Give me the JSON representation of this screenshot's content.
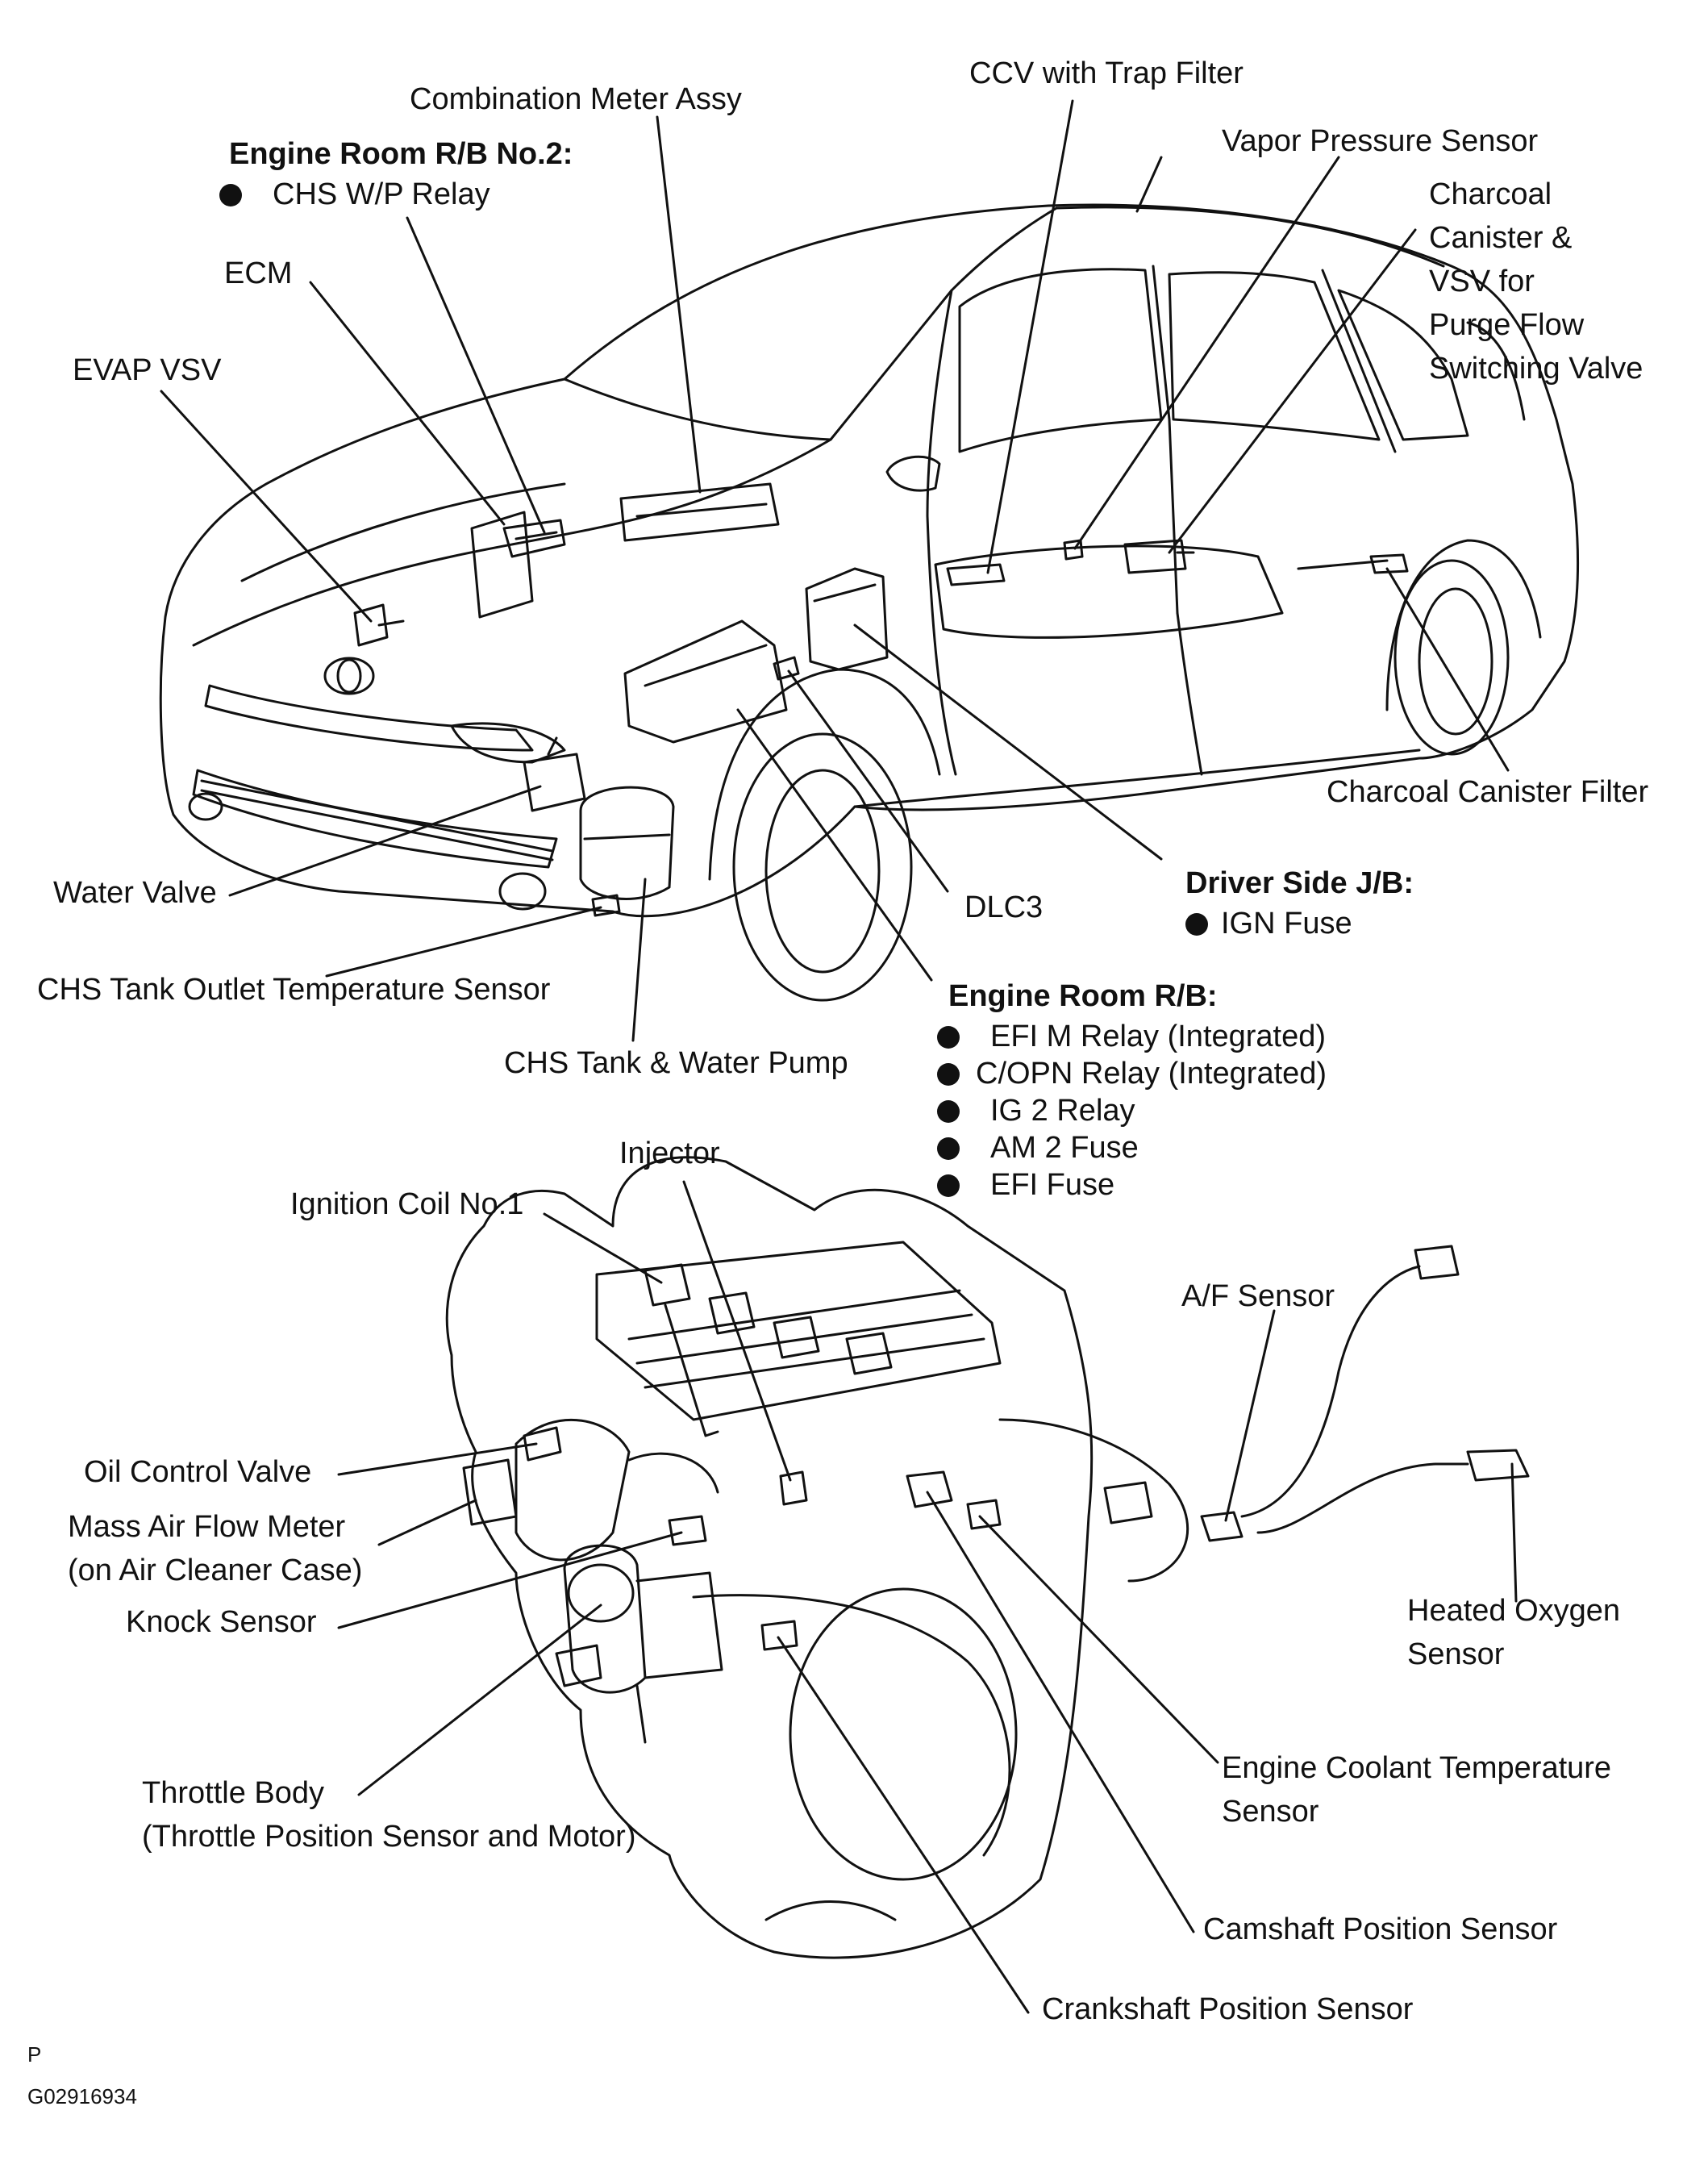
{
  "labels": {
    "combination_meter": "Combination Meter Assy",
    "ccv_trap_filter": "CCV with Trap Filter",
    "vapor_pressure_sensor": "Vapor Pressure Sensor",
    "charcoal_canister_vsv": [
      "Charcoal",
      "Canister &",
      "VSV for",
      "Purge Flow",
      "Switching Valve"
    ],
    "ecm": "ECM",
    "evap_vsv": "EVAP VSV",
    "charcoal_canister_filter": "Charcoal Canister Filter",
    "water_valve": "Water Valve",
    "dlc3": "DLC3",
    "chs_tank_outlet_temp_sensor": "CHS Tank Outlet Temperature Sensor",
    "chs_tank_water_pump": "CHS Tank & Water Pump",
    "injector": "Injector",
    "ignition_coil": "Ignition Coil No.1",
    "af_sensor": "A/F Sensor",
    "oil_control_valve": "Oil Control Valve",
    "mass_air_flow_meter": [
      "Mass Air Flow Meter",
      "(on Air Cleaner Case)"
    ],
    "knock_sensor": "Knock Sensor",
    "heated_oxygen_sensor": [
      "Heated Oxygen",
      "Sensor"
    ],
    "throttle_body": [
      "Throttle Body",
      "(Throttle Position Sensor and Motor)"
    ],
    "engine_coolant_temp_sensor": [
      "Engine Coolant Temperature",
      "Sensor"
    ],
    "camshaft_position_sensor": "Camshaft Position Sensor",
    "crankshaft_position_sensor": "Crankshaft Position Sensor"
  },
  "groups": {
    "engine_room_rb_no2": {
      "heading": "Engine Room R/B No.2:",
      "items": [
        "CHS W/P Relay"
      ]
    },
    "driver_side_jb": {
      "heading": "Driver Side J/B:",
      "items": [
        "IGN Fuse"
      ]
    },
    "engine_room_rb": {
      "heading": "Engine Room R/B:",
      "items": [
        "EFI M Relay (Integrated)",
        "C/OPN Relay (Integrated)",
        "IG 2 Relay",
        "AM 2 Fuse",
        "EFI Fuse"
      ]
    }
  },
  "footer": {
    "letter": "P",
    "code": "G02916934"
  }
}
